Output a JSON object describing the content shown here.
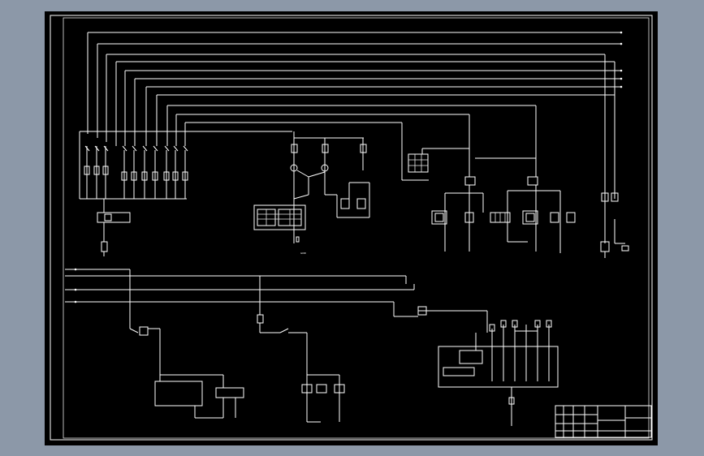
{
  "window": {
    "background": "#8c98a8",
    "sheet_color": "#000000",
    "line_color": "#ffffff"
  },
  "drawing": {
    "title_block_lines": [
      "",
      "",
      ""
    ]
  },
  "icons": [
    "component-symbol",
    "relay-coil",
    "fuse",
    "ground"
  ]
}
